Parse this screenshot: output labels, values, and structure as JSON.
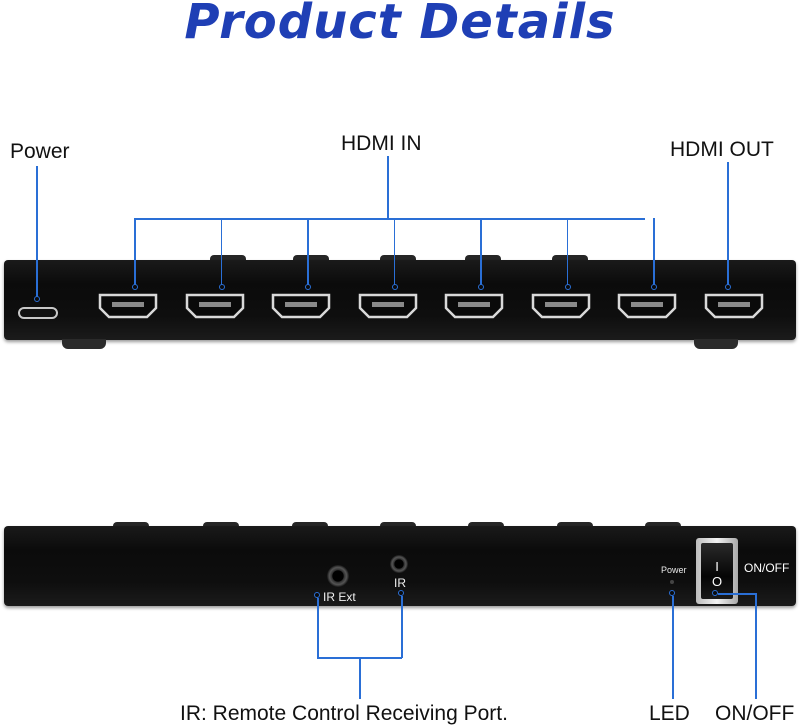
{
  "heading": "Product Details",
  "front_panel": {
    "power_label": "Power",
    "hdmi_in_label": "HDMI IN",
    "hdmi_out_label": "HDMI OUT",
    "hdmi_in_count": 7,
    "hdmi_out_count": 1
  },
  "rear_panel": {
    "ir_ext_label": "IR Ext",
    "ir_label": "IR",
    "power_led_label": "Power",
    "switch_on_symbol": "I",
    "switch_off_symbol": "O",
    "switch_label": "ON/OFF",
    "ir_caption": "IR: Remote Control Receiving Port.",
    "led_caption": "LED",
    "switch_caption": "ON/OFF"
  },
  "colors": {
    "heading": "#1f3fb5",
    "callout_line": "#2a6fd6",
    "device_body": "#0e0e0e"
  }
}
